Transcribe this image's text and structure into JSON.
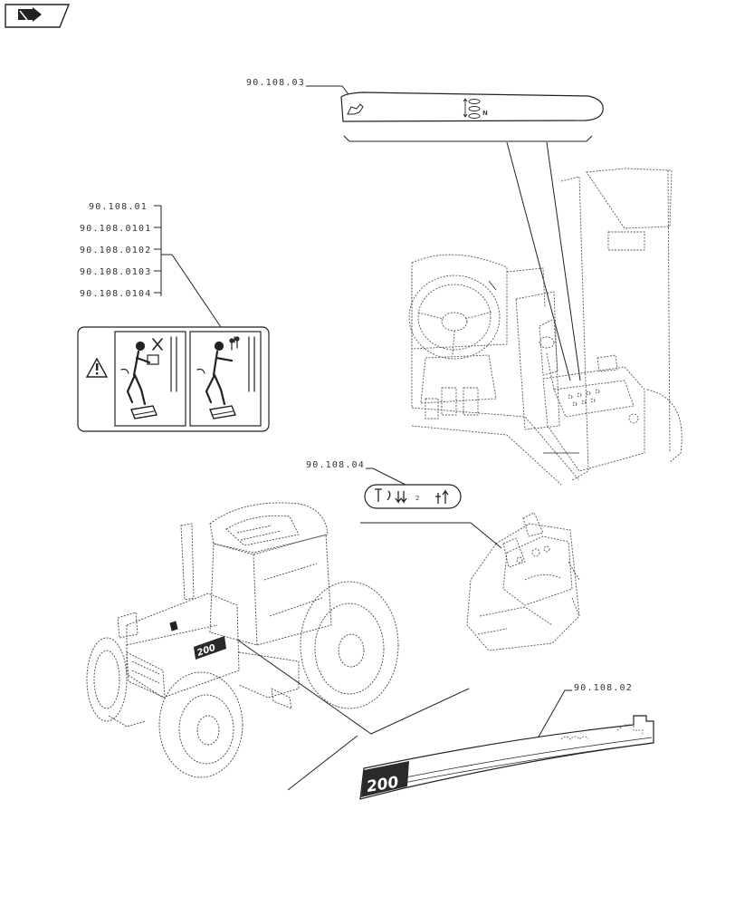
{
  "nav_icon": "return-arrow-icon",
  "callouts": {
    "c1": "90.108.03",
    "c2": "90.108.01",
    "c3": "90.108.0101",
    "c4": "90.108.0102",
    "c5": "90.108.0103",
    "c6": "90.108.0104",
    "c7": "90.108.04",
    "c8": "90.108.02"
  },
  "decal_04_center_text": "2",
  "hood_badge_text": "200",
  "side_stripe_badge_text": "200",
  "colors": {
    "line": "#222222",
    "light_line": "#777777",
    "badge_fill": "#2a2a2a"
  }
}
